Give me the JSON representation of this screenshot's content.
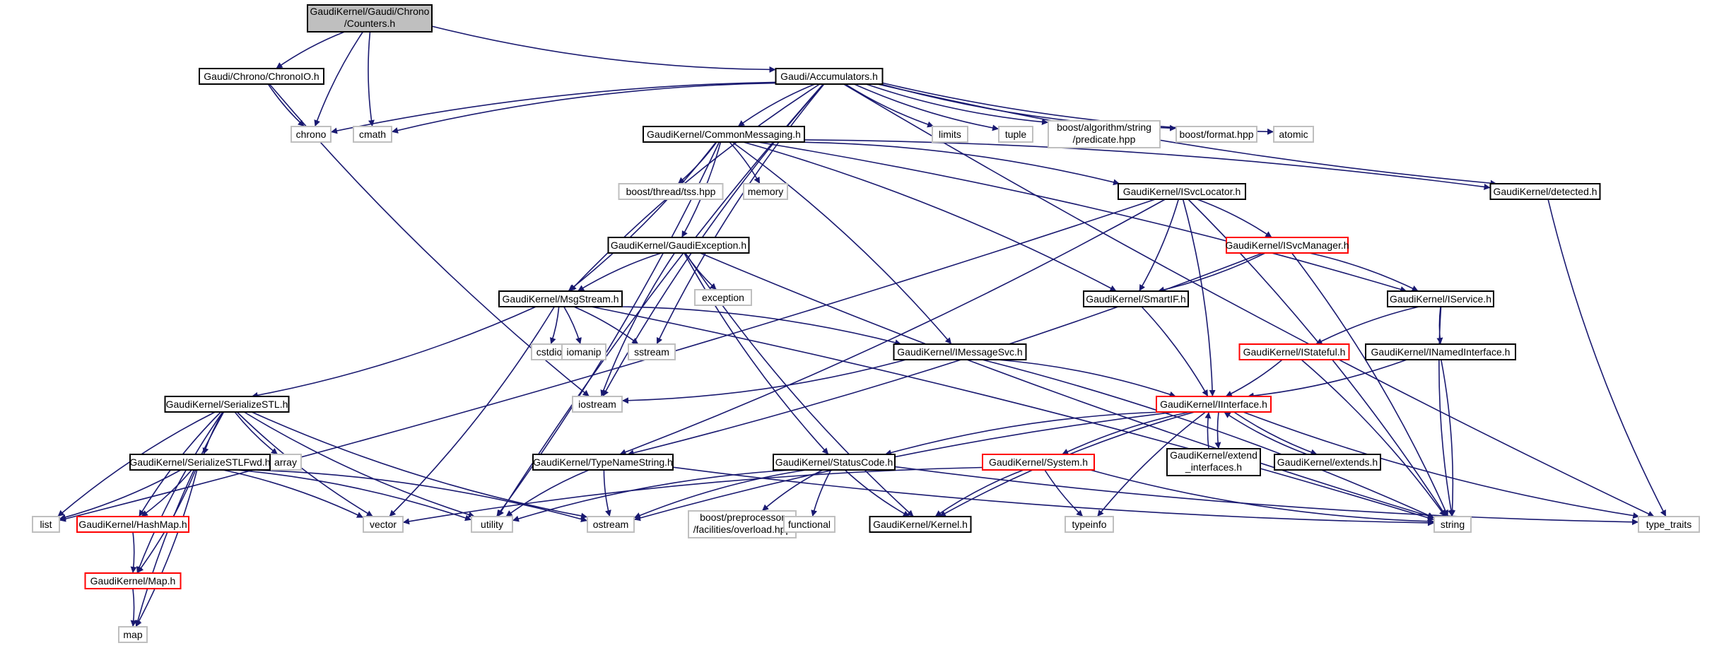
{
  "colors": {
    "edge": "#191970",
    "focus_fill": "#bfbfbf",
    "normal_border": "#000000",
    "missing_border": "#bfbfbf",
    "incomplete_border": "#ff0000",
    "missing_text": "#404040"
  },
  "nodes": [
    {
      "id": "counters",
      "lines": [
        "GaudiKernel/Gaudi/Chrono",
        "/Counters.h"
      ],
      "kind": "focus"
    },
    {
      "id": "chronoio",
      "lines": [
        "Gaudi/Chrono/ChronoIO.h"
      ],
      "kind": "normal"
    },
    {
      "id": "accumulators",
      "lines": [
        "Gaudi/Accumulators.h"
      ],
      "kind": "normal"
    },
    {
      "id": "chrono",
      "lines": [
        "chrono"
      ],
      "kind": "missing"
    },
    {
      "id": "cmath",
      "lines": [
        "cmath"
      ],
      "kind": "missing"
    },
    {
      "id": "limits",
      "lines": [
        "limits"
      ],
      "kind": "missing"
    },
    {
      "id": "tuple",
      "lines": [
        "tuple"
      ],
      "kind": "missing"
    },
    {
      "id": "predicate",
      "lines": [
        "boost/algorithm/string",
        "/predicate.hpp"
      ],
      "kind": "missing"
    },
    {
      "id": "format",
      "lines": [
        "boost/format.hpp"
      ],
      "kind": "missing"
    },
    {
      "id": "atomic",
      "lines": [
        "atomic"
      ],
      "kind": "missing"
    },
    {
      "id": "commonmsg",
      "lines": [
        "GaudiKernel/CommonMessaging.h"
      ],
      "kind": "normal"
    },
    {
      "id": "tss",
      "lines": [
        "boost/thread/tss.hpp"
      ],
      "kind": "missing"
    },
    {
      "id": "memory",
      "lines": [
        "memory"
      ],
      "kind": "missing"
    },
    {
      "id": "isvclocator",
      "lines": [
        "GaudiKernel/ISvcLocator.h"
      ],
      "kind": "normal"
    },
    {
      "id": "detected",
      "lines": [
        "GaudiKernel/detected.h"
      ],
      "kind": "normal"
    },
    {
      "id": "gaudiexception",
      "lines": [
        "GaudiKernel/GaudiException.h"
      ],
      "kind": "normal"
    },
    {
      "id": "isvcmanager",
      "lines": [
        "GaudiKernel/ISvcManager.h"
      ],
      "kind": "incomplete"
    },
    {
      "id": "msgstream",
      "lines": [
        "GaudiKernel/MsgStream.h"
      ],
      "kind": "normal"
    },
    {
      "id": "exception",
      "lines": [
        "exception"
      ],
      "kind": "missing"
    },
    {
      "id": "smartif",
      "lines": [
        "GaudiKernel/SmartIF.h"
      ],
      "kind": "normal"
    },
    {
      "id": "iservice",
      "lines": [
        "GaudiKernel/IService.h"
      ],
      "kind": "normal"
    },
    {
      "id": "cstdio",
      "lines": [
        "cstdio"
      ],
      "kind": "missing"
    },
    {
      "id": "iomanip",
      "lines": [
        "iomanip"
      ],
      "kind": "missing"
    },
    {
      "id": "sstream",
      "lines": [
        "sstream"
      ],
      "kind": "missing"
    },
    {
      "id": "imessagesvc",
      "lines": [
        "GaudiKernel/IMessageSvc.h"
      ],
      "kind": "normal"
    },
    {
      "id": "istateful",
      "lines": [
        "GaudiKernel/IStateful.h"
      ],
      "kind": "incomplete"
    },
    {
      "id": "inamedinterface",
      "lines": [
        "GaudiKernel/INamedInterface.h"
      ],
      "kind": "normal"
    },
    {
      "id": "iostream",
      "lines": [
        "iostream"
      ],
      "kind": "missing"
    },
    {
      "id": "serializestl",
      "lines": [
        "GaudiKernel/SerializeSTL.h"
      ],
      "kind": "normal"
    },
    {
      "id": "iinterface",
      "lines": [
        "GaudiKernel/IInterface.h"
      ],
      "kind": "incomplete"
    },
    {
      "id": "array",
      "lines": [
        "array"
      ],
      "kind": "missing"
    },
    {
      "id": "serializestlfwd",
      "lines": [
        "GaudiKernel/SerializeSTLFwd.h"
      ],
      "kind": "normal"
    },
    {
      "id": "typenamestring",
      "lines": [
        "GaudiKernel/TypeNameString.h"
      ],
      "kind": "normal"
    },
    {
      "id": "statuscode",
      "lines": [
        "GaudiKernel/StatusCode.h"
      ],
      "kind": "normal"
    },
    {
      "id": "system",
      "lines": [
        "GaudiKernel/System.h"
      ],
      "kind": "incomplete"
    },
    {
      "id": "extend_interfaces",
      "lines": [
        "GaudiKernel/extend",
        "_interfaces.h"
      ],
      "kind": "normal"
    },
    {
      "id": "extends",
      "lines": [
        "GaudiKernel/extends.h"
      ],
      "kind": "normal"
    },
    {
      "id": "list",
      "lines": [
        "list"
      ],
      "kind": "missing"
    },
    {
      "id": "hashmap",
      "lines": [
        "GaudiKernel/HashMap.h"
      ],
      "kind": "incomplete"
    },
    {
      "id": "vector",
      "lines": [
        "vector"
      ],
      "kind": "missing"
    },
    {
      "id": "utility",
      "lines": [
        "utility"
      ],
      "kind": "missing"
    },
    {
      "id": "ostream",
      "lines": [
        "ostream"
      ],
      "kind": "missing"
    },
    {
      "id": "overload",
      "lines": [
        "boost/preprocessor",
        "/facilities/overload.hpp"
      ],
      "kind": "missing"
    },
    {
      "id": "functional",
      "lines": [
        "functional"
      ],
      "kind": "missing"
    },
    {
      "id": "kernel",
      "lines": [
        "GaudiKernel/Kernel.h"
      ],
      "kind": "normal"
    },
    {
      "id": "typeinfo",
      "lines": [
        "typeinfo"
      ],
      "kind": "missing"
    },
    {
      "id": "string",
      "lines": [
        "string"
      ],
      "kind": "missing"
    },
    {
      "id": "type_traits",
      "lines": [
        "type_traits"
      ],
      "kind": "missing"
    },
    {
      "id": "map_h",
      "lines": [
        "GaudiKernel/Map.h"
      ],
      "kind": "incomplete"
    },
    {
      "id": "map",
      "lines": [
        "map"
      ],
      "kind": "missing"
    }
  ],
  "edges": [
    [
      "counters",
      "chronoio"
    ],
    [
      "counters",
      "chrono"
    ],
    [
      "counters",
      "cmath"
    ],
    [
      "counters",
      "accumulators"
    ],
    [
      "chronoio",
      "chrono"
    ],
    [
      "chronoio",
      "iostream"
    ],
    [
      "accumulators",
      "chrono"
    ],
    [
      "accumulators",
      "cmath"
    ],
    [
      "accumulators",
      "iostream"
    ],
    [
      "accumulators",
      "utility"
    ],
    [
      "accumulators",
      "msgstream"
    ],
    [
      "accumulators",
      "commonmsg"
    ],
    [
      "accumulators",
      "sstream"
    ],
    [
      "accumulators",
      "limits"
    ],
    [
      "accumulators",
      "tuple"
    ],
    [
      "accumulators",
      "predicate"
    ],
    [
      "accumulators",
      "format"
    ],
    [
      "accumulators",
      "atomic"
    ],
    [
      "accumulators",
      "detected"
    ],
    [
      "accumulators",
      "type_traits"
    ],
    [
      "commonmsg",
      "tss"
    ],
    [
      "commonmsg",
      "memory"
    ],
    [
      "commonmsg",
      "gaudiexception"
    ],
    [
      "commonmsg",
      "msgstream"
    ],
    [
      "commonmsg",
      "utility"
    ],
    [
      "commonmsg",
      "imessagesvc"
    ],
    [
      "commonmsg",
      "isvclocator"
    ],
    [
      "commonmsg",
      "smartif"
    ],
    [
      "commonmsg",
      "iservice"
    ],
    [
      "commonmsg",
      "detected"
    ],
    [
      "isvclocator",
      "list"
    ],
    [
      "isvclocator",
      "typenamestring"
    ],
    [
      "isvclocator",
      "smartif"
    ],
    [
      "isvclocator",
      "iinterface"
    ],
    [
      "isvclocator",
      "isvcmanager"
    ],
    [
      "isvclocator",
      "string"
    ],
    [
      "detected",
      "type_traits"
    ],
    [
      "gaudiexception",
      "msgstream"
    ],
    [
      "gaudiexception",
      "exception"
    ],
    [
      "gaudiexception",
      "iostream"
    ],
    [
      "gaudiexception",
      "statuscode"
    ],
    [
      "gaudiexception",
      "kernel"
    ],
    [
      "gaudiexception",
      "string"
    ],
    [
      "isvcmanager",
      "smartif"
    ],
    [
      "isvcmanager",
      "iservice"
    ],
    [
      "isvcmanager",
      "typenamestring"
    ],
    [
      "isvcmanager",
      "string"
    ],
    [
      "msgstream",
      "cstdio"
    ],
    [
      "msgstream",
      "iomanip"
    ],
    [
      "msgstream",
      "sstream"
    ],
    [
      "msgstream",
      "vector"
    ],
    [
      "msgstream",
      "serializestl"
    ],
    [
      "msgstream",
      "imessagesvc"
    ],
    [
      "msgstream",
      "string"
    ],
    [
      "smartif",
      "iinterface"
    ],
    [
      "iservice",
      "istateful"
    ],
    [
      "iservice",
      "inamedinterface"
    ],
    [
      "iservice",
      "string"
    ],
    [
      "imessagesvc",
      "iostream"
    ],
    [
      "imessagesvc",
      "iinterface"
    ],
    [
      "imessagesvc",
      "string"
    ],
    [
      "istateful",
      "iinterface"
    ],
    [
      "istateful",
      "string"
    ],
    [
      "inamedinterface",
      "iinterface"
    ],
    [
      "inamedinterface",
      "string"
    ],
    [
      "serializestl",
      "list"
    ],
    [
      "serializestl",
      "array"
    ],
    [
      "serializestl",
      "serializestlfwd"
    ],
    [
      "serializestl",
      "hashmap"
    ],
    [
      "serializestl",
      "vector"
    ],
    [
      "serializestl",
      "utility"
    ],
    [
      "serializestl",
      "ostream"
    ],
    [
      "serializestl",
      "map_h"
    ],
    [
      "serializestl",
      "map"
    ],
    [
      "iinterface",
      "ostream"
    ],
    [
      "iinterface",
      "statuscode"
    ],
    [
      "iinterface",
      "kernel"
    ],
    [
      "iinterface",
      "system"
    ],
    [
      "iinterface",
      "typeinfo"
    ],
    [
      "iinterface",
      "extend_interfaces"
    ],
    [
      "iinterface",
      "extends"
    ],
    [
      "iinterface",
      "type_traits"
    ],
    [
      "extend_interfaces",
      "iinterface"
    ],
    [
      "extends",
      "iinterface"
    ],
    [
      "serializestlfwd",
      "list"
    ],
    [
      "serializestlfwd",
      "hashmap"
    ],
    [
      "serializestlfwd",
      "vector"
    ],
    [
      "serializestlfwd",
      "utility"
    ],
    [
      "serializestlfwd",
      "ostream"
    ],
    [
      "serializestlfwd",
      "map_h"
    ],
    [
      "serializestlfwd",
      "map"
    ],
    [
      "typenamestring",
      "utility"
    ],
    [
      "typenamestring",
      "ostream"
    ],
    [
      "typenamestring",
      "string"
    ],
    [
      "statuscode",
      "ostream"
    ],
    [
      "statuscode",
      "utility"
    ],
    [
      "statuscode",
      "overload"
    ],
    [
      "statuscode",
      "functional"
    ],
    [
      "statuscode",
      "kernel"
    ],
    [
      "statuscode",
      "type_traits"
    ],
    [
      "system",
      "vector"
    ],
    [
      "system",
      "kernel"
    ],
    [
      "system",
      "typeinfo"
    ],
    [
      "system",
      "string"
    ],
    [
      "hashmap",
      "map_h"
    ],
    [
      "map_h",
      "map"
    ]
  ]
}
